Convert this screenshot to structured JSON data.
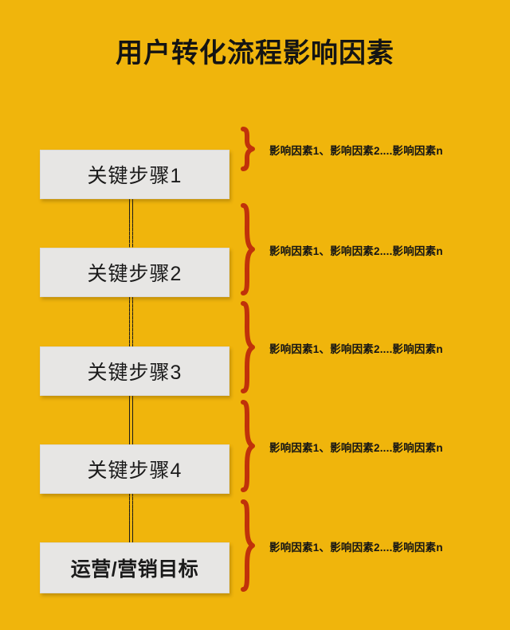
{
  "poster": {
    "title": "用户转化流程影响因素",
    "background_color": "#F0B50C",
    "box_fill_color": "#E7E6E4",
    "brace_color": "#C0320A",
    "text_color": "#141414"
  },
  "flow": {
    "steps": [
      {
        "label": "关键步骤1",
        "kind": "step"
      },
      {
        "label": "关键步骤2",
        "kind": "step"
      },
      {
        "label": "关键步骤3",
        "kind": "step"
      },
      {
        "label": "关键步骤4",
        "kind": "step"
      },
      {
        "label": "运营/营销目标",
        "kind": "goal"
      }
    ],
    "connector_style": "double-dashed-vertical-line",
    "connector_count": 4
  },
  "factors": [
    {
      "brace_icon": "curly-brace-right-icon",
      "text": "影响因素1、影响因素2....影响因素n"
    },
    {
      "brace_icon": "curly-brace-right-icon",
      "text": "影响因素1、影响因素2....影响因素n"
    },
    {
      "brace_icon": "curly-brace-right-icon",
      "text": "影响因素1、影响因素2....影响因素n"
    },
    {
      "brace_icon": "curly-brace-right-icon",
      "text": "影响因素1、影响因素2....影响因素n"
    },
    {
      "brace_icon": "curly-brace-right-icon",
      "text": "影响因素1、影响因素2....影响因素n"
    }
  ]
}
